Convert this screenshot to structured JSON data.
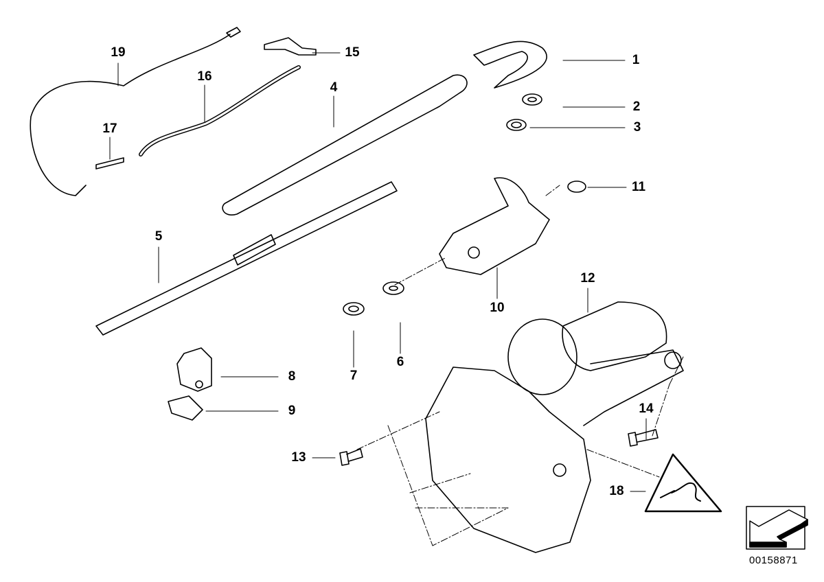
{
  "diagram": {
    "callouts": [
      "1",
      "2",
      "3",
      "4",
      "5",
      "6",
      "7",
      "8",
      "9",
      "10",
      "11",
      "12",
      "13",
      "14",
      "15",
      "16",
      "17",
      "18",
      "19"
    ],
    "code": "00158871",
    "icons": [
      "arrow-navigation-icon",
      "electrical-warning-icon"
    ]
  }
}
